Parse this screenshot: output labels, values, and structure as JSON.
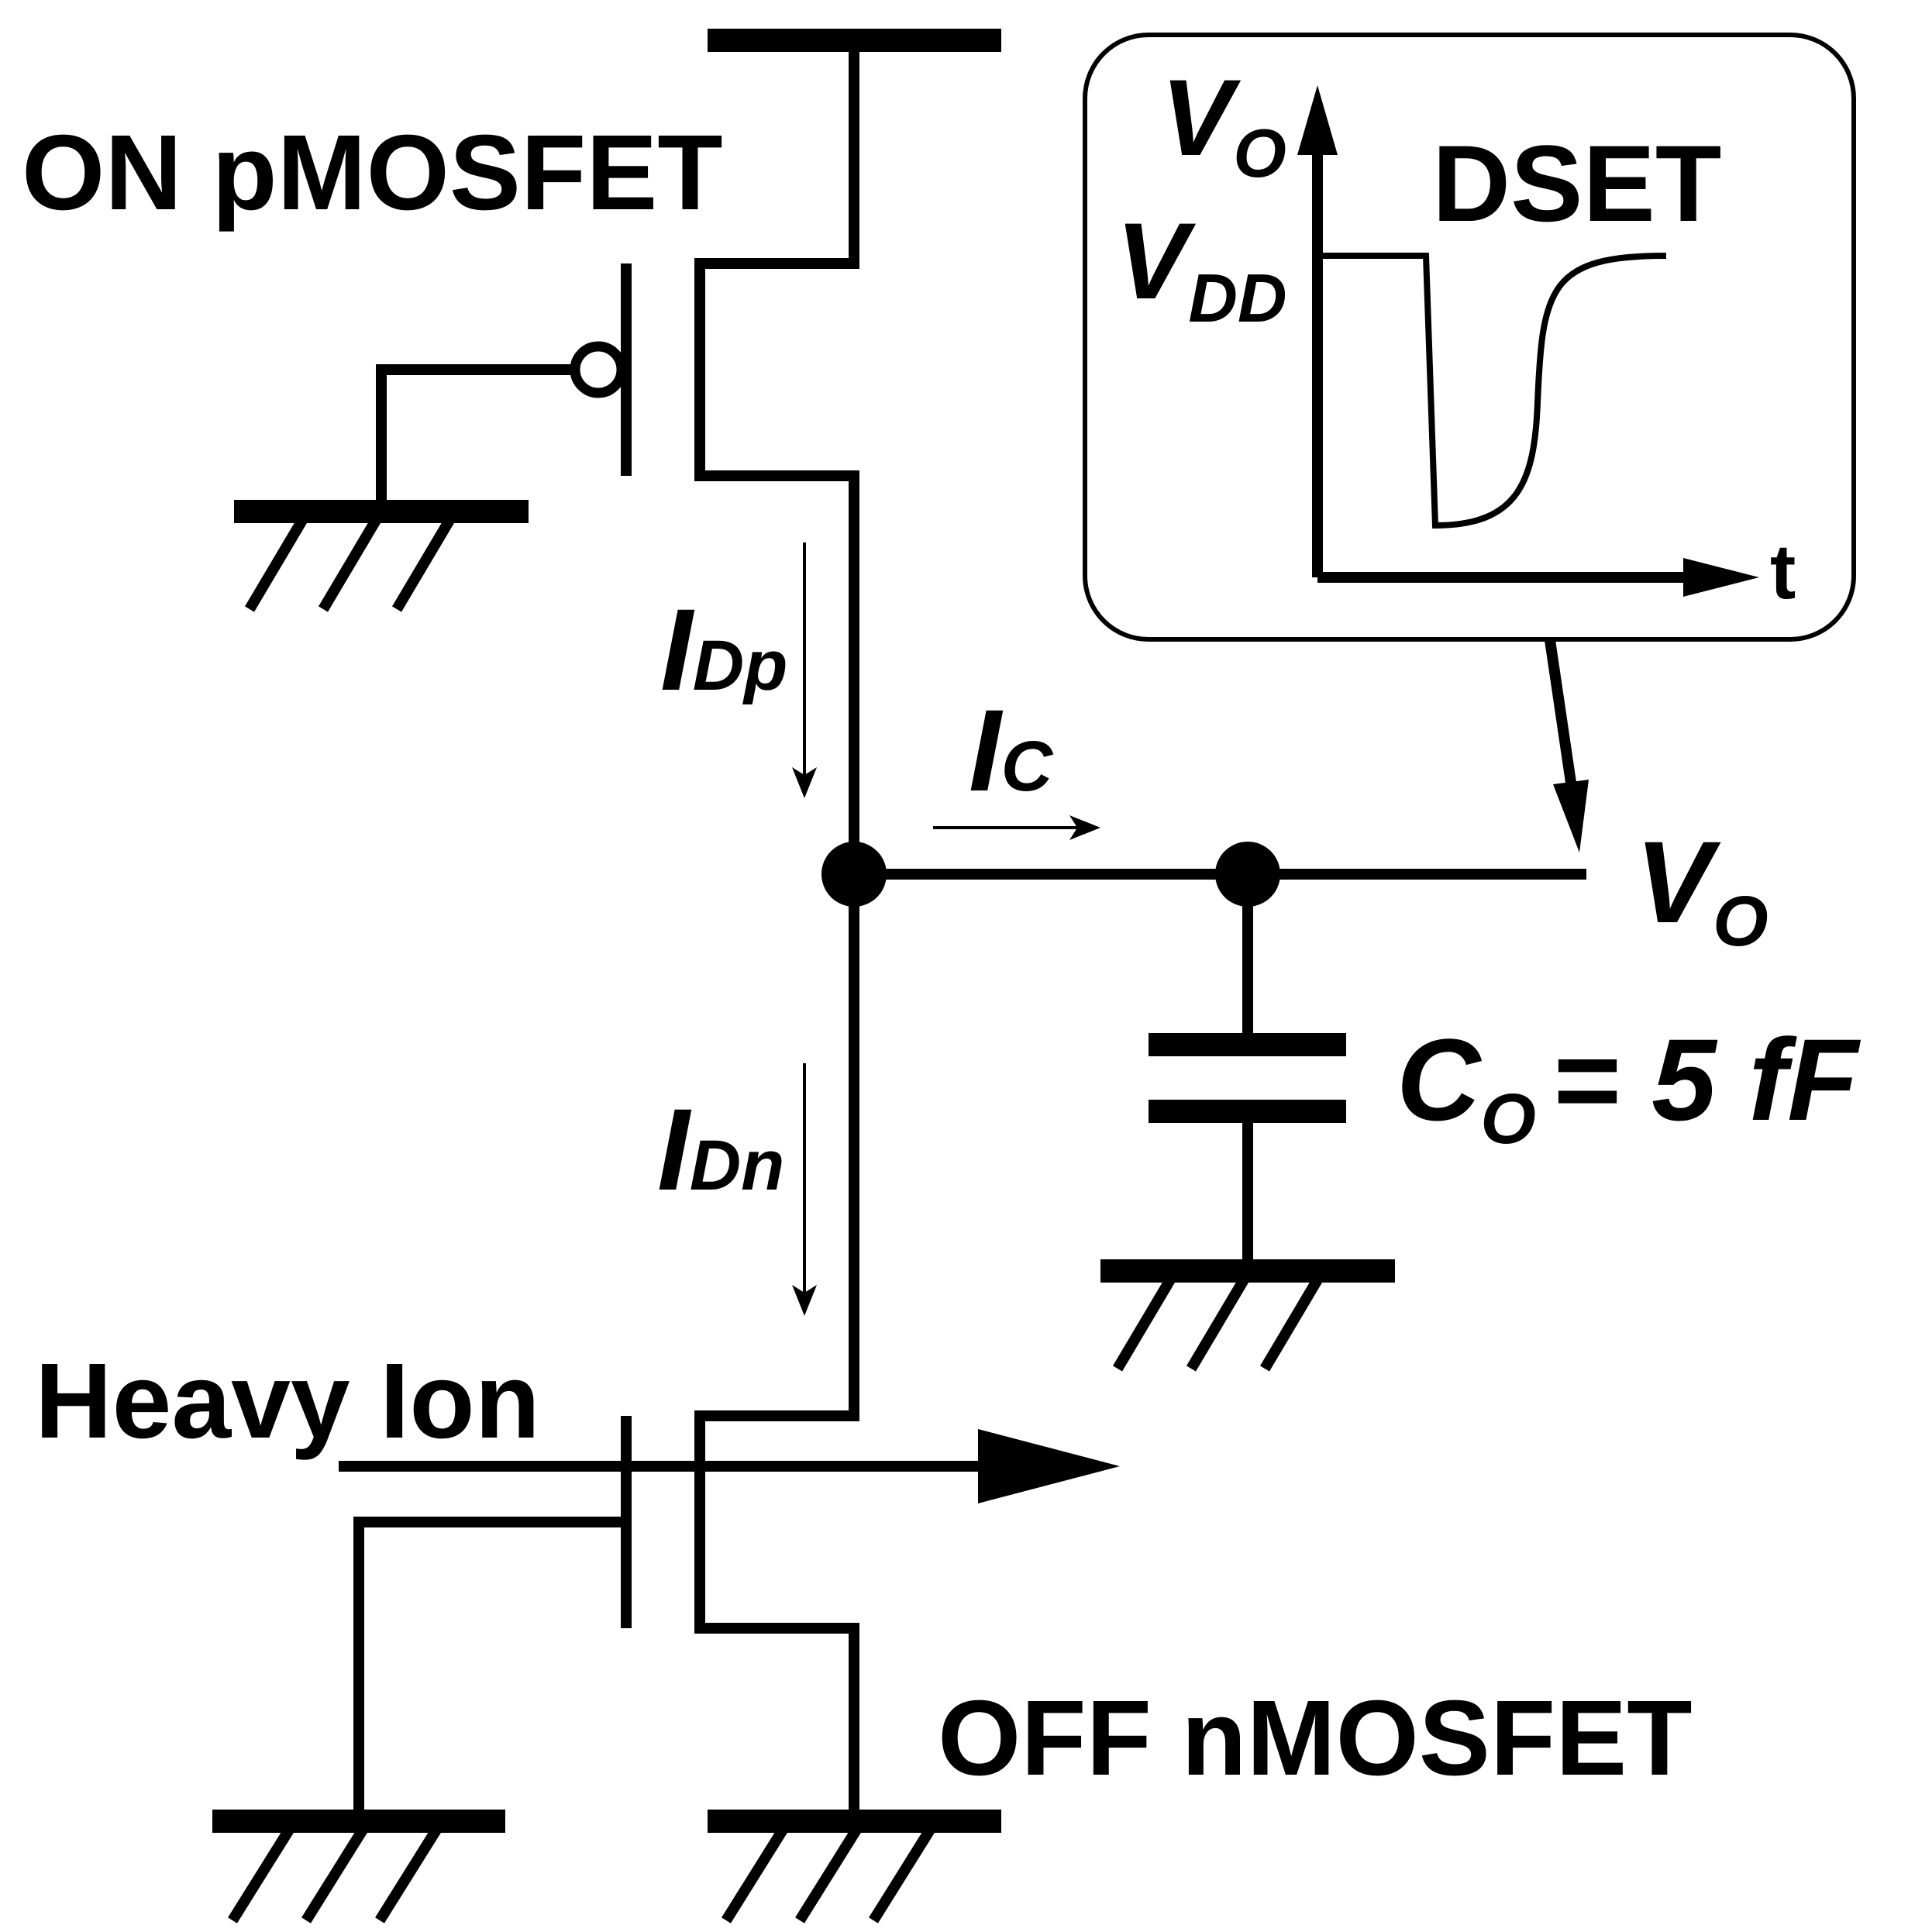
{
  "labels": {
    "pmos": "ON pMOSFET",
    "nmos": "OFF nMOSFET",
    "heavy_ion": "Heavy Ion",
    "i_dp_main": "I",
    "i_dp_sub": "Dp",
    "i_c_main": "I",
    "i_c_sub": "C",
    "i_dn_main": "I",
    "i_dn_sub": "Dn",
    "vo_main": "V",
    "vo_sub": "O",
    "co_main": "C",
    "co_sub": "O",
    "co_value": "= 5 fF"
  },
  "inset": {
    "title": "DSET",
    "y_main": "V",
    "y_sub": "O",
    "vdd_main": "V",
    "vdd_sub": "DD",
    "x_label": "t"
  }
}
